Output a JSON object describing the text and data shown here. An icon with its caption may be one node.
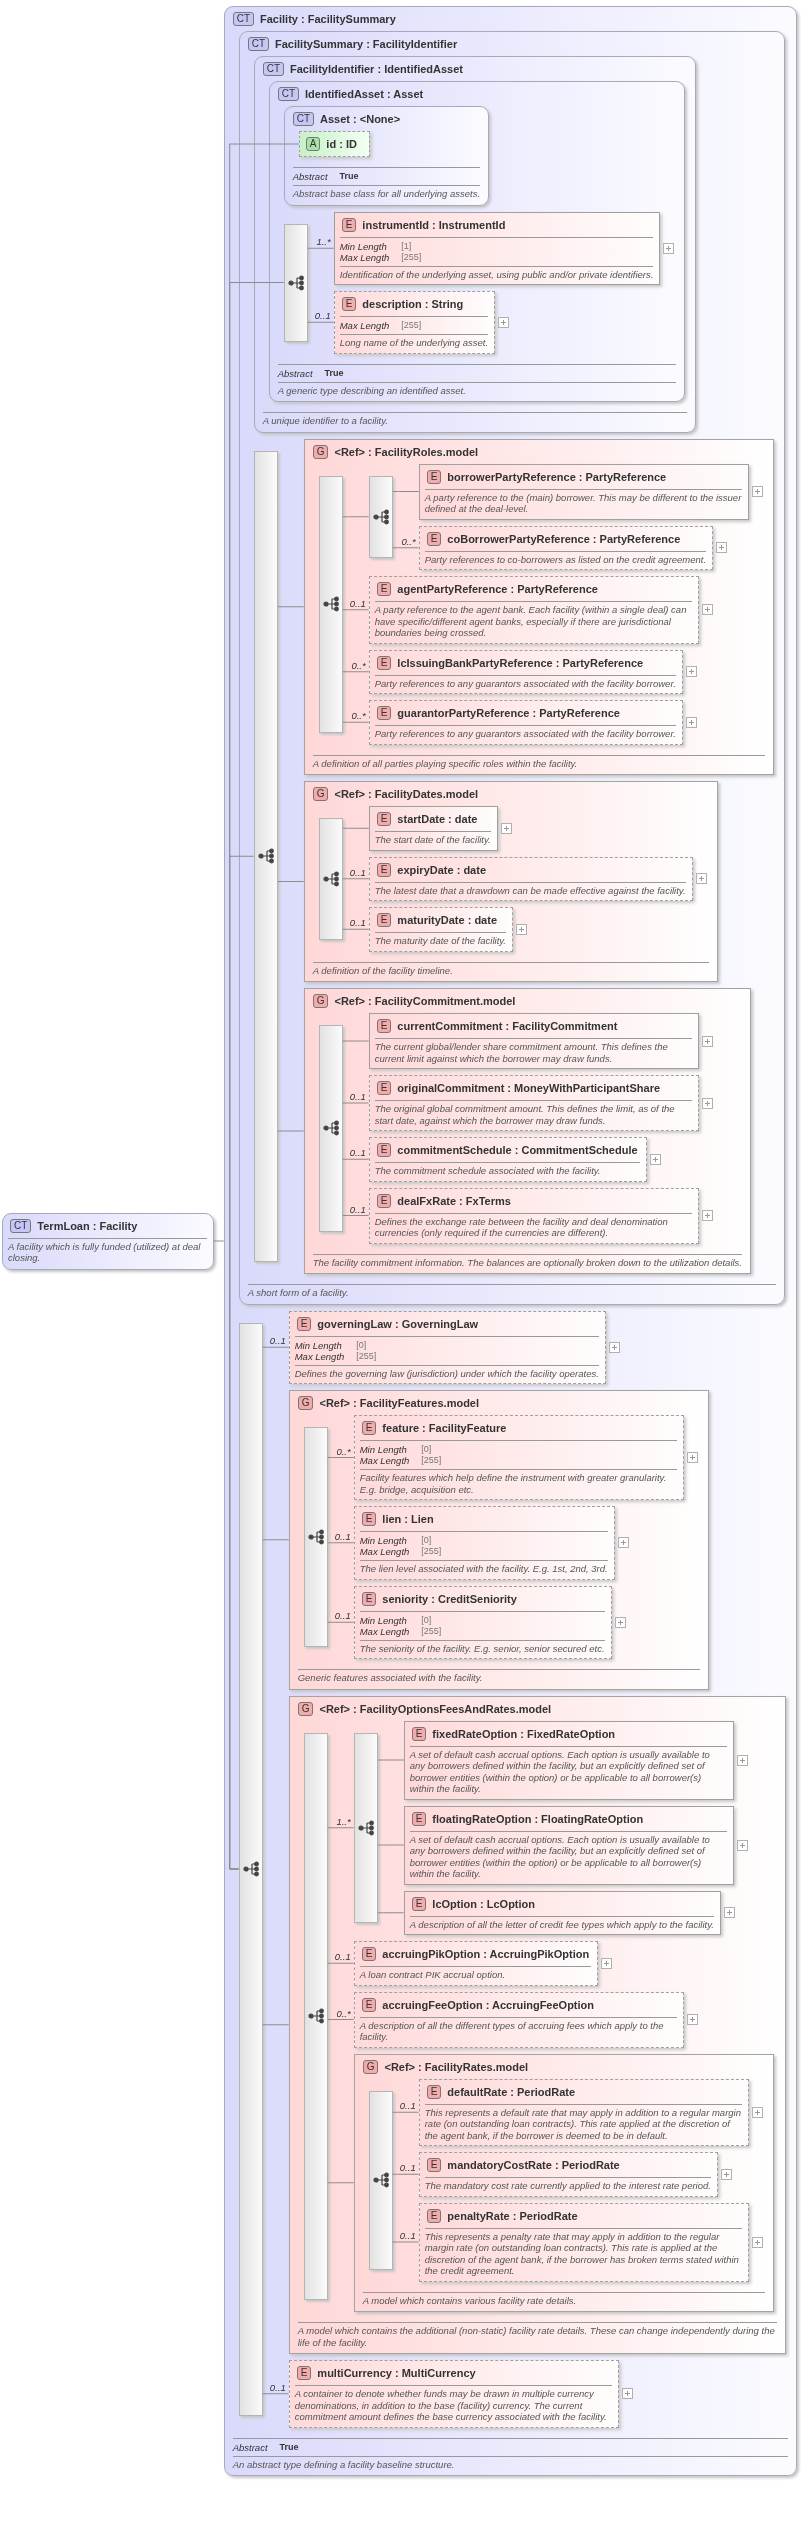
{
  "diagram": {
    "nodes": [
      {
        "text": [
          "CT",
          "TermLoan : Facility",
          "A facility which is fully funded (utilized) at deal closing."
        ]
      },
      {
        "text": [
          "CT",
          "Facility : FacilitySummary",
          "Abstract",
          "True",
          "An abstract type defining a facility baseline structure."
        ]
      },
      {
        "text": [
          "CT",
          "FacilitySummary : FacilityIdentifier",
          "A short form of a facility."
        ],
        "in": 1
      },
      {
        "text": [
          "CT",
          "FacilityIdentifier : IdentifiedAsset",
          "A unique identifier to a facility."
        ],
        "in": 2
      },
      {
        "text": [
          "CT",
          "IdentifiedAsset : Asset",
          "Abstract",
          "True",
          "A generic type describing an identified asset."
        ],
        "in": 3
      },
      {
        "text": [
          "CT",
          "Asset : <None>",
          "Abstract",
          "True",
          "Abstract base class for all underlying assets."
        ],
        "in": 4
      },
      {
        "text": [
          "A",
          "id : ID"
        ],
        "in": 5
      },
      {
        "text": [],
        "shape": "box",
        "in": 4
      },
      {
        "text": [
          "E",
          "instrumentId : InstrumentId",
          "Min Length",
          "[1]",
          "Max Length",
          "[255]",
          "Identification of the underlying asset, using public and/or private identifiers."
        ],
        "in": 4
      },
      {
        "text": [
          "E",
          "description : String",
          "Max Length",
          "[255]",
          "Long name of the underlying asset."
        ],
        "in": 4
      },
      {
        "text": [],
        "shape": "box",
        "in": 2
      },
      {
        "text": [
          "G",
          "<Ref> : FacilityRoles.model",
          "A definition of all parties playing specific roles within the facility."
        ],
        "in": 2
      },
      {
        "text": [],
        "shape": "box",
        "in": 11
      },
      {
        "text": [],
        "shape": "box",
        "in": 11
      },
      {
        "text": [
          "E",
          "borrowerPartyReference : PartyReference",
          "A party reference to the (main) borrower. This may be different to the issuer defined at the deal-level."
        ],
        "in": 11
      },
      {
        "text": [
          "E",
          "coBorrowerPartyReference : PartyReference",
          "Party references to co-borrowers as listed on the credit agreement."
        ],
        "in": 11
      },
      {
        "text": [
          "E",
          "agentPartyReference : PartyReference",
          "A party reference to the agent bank. Each facility (within a single deal) can have specific/different agent banks, especially if there are jurisdictional boundaries being crossed."
        ],
        "in": 11
      },
      {
        "text": [
          "E",
          "lcIssuingBankPartyReference : PartyReference",
          "Party references to any guarantors associated with the facility borrower."
        ],
        "in": 11
      },
      {
        "text": [
          "E",
          "guarantorPartyReference : PartyReference",
          "Party references to any guarantors associated with the facility borrower."
        ],
        "in": 11
      },
      {
        "text": [
          "G",
          "<Ref> : FacilityDates.model",
          "A definition of the facility timeline."
        ],
        "in": 2
      },
      {
        "text": [],
        "shape": "box",
        "in": 19
      },
      {
        "text": [
          "E",
          "startDate : date",
          "The start date of the facility."
        ],
        "in": 19
      },
      {
        "text": [
          "E",
          "expiryDate : date",
          "The latest date that a drawdown can be made effective against the facility."
        ],
        "in": 19
      },
      {
        "text": [
          "E",
          "maturityDate : date",
          "The maturity date of the facility."
        ],
        "in": 19
      },
      {
        "text": [
          "G",
          "<Ref> : FacilityCommitment.model",
          "The facility commitment information. The balances are optionally broken down to the utilization details."
        ],
        "in": 2
      },
      {
        "text": [],
        "shape": "box",
        "in": 24
      },
      {
        "text": [
          "E",
          "currentCommitment : FacilityCommitment",
          "The current global/lender share commitment amount. This defines the current limit against which the borrower may draw funds."
        ],
        "in": 24
      },
      {
        "text": [
          "E",
          "originalCommitment : MoneyWithParticipantShare",
          "The original global commitment amount. This defines the limit, as of the start date, against which the borrower may draw funds."
        ],
        "in": 24
      },
      {
        "text": [
          "E",
          "commitmentSchedule : CommitmentSchedule",
          "The commitment schedule associated with the facility."
        ],
        "in": 24
      },
      {
        "text": [
          "E",
          "dealFxRate : FxTerms",
          "Defines the exchange rate between the facility and deal denomination currencies (only required if the currencies are different)."
        ],
        "in": 24
      },
      {
        "text": [],
        "shape": "box",
        "in": 1
      },
      {
        "text": [
          "E",
          "governingLaw : GoverningLaw",
          "Min Length",
          "[0]",
          "Max Length",
          "[255]",
          "Defines the governing law (jurisdiction) under which the facility operates."
        ],
        "in": 1
      },
      {
        "text": [
          "G",
          "<Ref> : FacilityFeatures.model",
          "Generic features associated with the facility."
        ],
        "in": 1
      },
      {
        "text": [],
        "shape": "box",
        "in": 32
      },
      {
        "text": [
          "E",
          "feature : FacilityFeature",
          "Min Length",
          "[0]",
          "Max Length",
          "[255]",
          "Facility features which help define the instrument with greater granularity. E.g. bridge, acquisition etc."
        ],
        "in": 32
      },
      {
        "text": [
          "E",
          "lien : Lien",
          "Min Length",
          "[0]",
          "Max Length",
          "[255]",
          "The lien level associated with the facility. E.g. 1st, 2nd, 3rd."
        ],
        "in": 32
      },
      {
        "text": [
          "E",
          "seniority : CreditSeniority",
          "Min Length",
          "[0]",
          "Max Length",
          "[255]",
          "The seniority of the facility. E.g. senior, senior secured etc."
        ],
        "in": 32
      },
      {
        "text": [
          "G",
          "<Ref> : FacilityOptionsFeesAndRates.model",
          "A model which contains the additional (non-static) facility rate details. These can change independently during the life of the facility."
        ],
        "in": 1
      },
      {
        "text": [],
        "shape": "box",
        "in": 37
      },
      {
        "text": [],
        "shape": "box",
        "in": 37
      },
      {
        "text": [
          "E",
          "fixedRateOption : FixedRateOption",
          "A set of default cash accrual options. Each option is usually available to any borrowers defined within the facility, but an explicitly defined set of borrower entities (within the option) or be applicable to all borrower(s) within the facility."
        ],
        "in": 37
      },
      {
        "text": [
          "E",
          "floatingRateOption : FloatingRateOption",
          "A set of default cash accrual options. Each option is usually available to any borrowers defined within the facility, but an explicitly defined set of borrower entities (within the option) or be applicable to all borrower(s) within the facility."
        ],
        "in": 37
      },
      {
        "text": [
          "E",
          "lcOption : LcOption",
          "A description of all the letter of credit fee types which apply to the facility."
        ],
        "in": 37
      },
      {
        "text": [
          "E",
          "accruingPikOption : AccruingPikOption",
          "A loan contract PIK accrual option."
        ],
        "in": 37
      },
      {
        "text": [
          "E",
          "accruingFeeOption : AccruingFeeOption",
          "A description of all the different types of accruing fees which apply to the facility."
        ],
        "in": 37
      },
      {
        "text": [
          "G",
          "<Ref> : FacilityRates.model",
          "A model which contains various facility rate details."
        ],
        "in": 37
      },
      {
        "text": [],
        "shape": "box",
        "in": 45
      },
      {
        "text": [
          "E",
          "defaultRate : PeriodRate",
          "This represents a default rate that may apply in addition to a regular margin rate (on outstanding loan contracts). This rate applied at the discretion of the agent bank, if the borrower is deemed to be in default."
        ],
        "in": 45
      },
      {
        "text": [
          "E",
          "mandatoryCostRate : PeriodRate",
          "The mandatory cost rate currently applied to the interest rate period."
        ],
        "in": 45
      },
      {
        "text": [
          "E",
          "penaltyRate : PeriodRate",
          "This represents a penalty rate that may apply in addition to the regular margin rate (on outstanding loan contracts). This rate is applied at the discretion of the agent bank, if the borrower has broken terms stated within the credit agreement."
        ],
        "in": 45
      },
      {
        "text": [
          "E",
          "multiCurrency : MultiCurrency",
          "A container to denote whether funds may be drawn in multiple currency denominations, in addition to the base (facility) currency. The current commitment amount defines the base currency associated with the facility."
        ],
        "in": 1
      }
    ],
    "edges": [
      {
        "from": 0,
        "to": 1,
        "arrow": "none"
      },
      {
        "from": 30,
        "to": 10,
        "arrow": "none"
      },
      {
        "from": 30,
        "to": 6,
        "arrow": "none"
      },
      {
        "from": 30,
        "to": 7,
        "arrow": "none"
      },
      {
        "from": 7,
        "to": 8,
        "arrow": "none",
        "label": "1..*"
      },
      {
        "from": 7,
        "to": 9,
        "arrow": "none",
        "label": "0..1"
      },
      {
        "from": 10,
        "to": 11,
        "arrow": "none"
      },
      {
        "from": 10,
        "to": 19,
        "arrow": "none"
      },
      {
        "from": 10,
        "to": 24,
        "arrow": "none"
      },
      {
        "from": 12,
        "to": 13,
        "arrow": "none"
      },
      {
        "from": 13,
        "to": 14,
        "arrow": "none"
      },
      {
        "from": 13,
        "to": 15,
        "arrow": "none",
        "label": "0..*"
      },
      {
        "from": 12,
        "to": 16,
        "arrow": "none",
        "label": "0..1"
      },
      {
        "from": 12,
        "to": 17,
        "arrow": "none",
        "label": "0..*"
      },
      {
        "from": 12,
        "to": 18,
        "arrow": "none",
        "label": "0..*"
      },
      {
        "from": 20,
        "to": 21,
        "arrow": "none"
      },
      {
        "from": 20,
        "to": 22,
        "arrow": "none",
        "label": "0..1"
      },
      {
        "from": 20,
        "to": 23,
        "arrow": "none",
        "label": "0..1"
      },
      {
        "from": 25,
        "to": 26,
        "arrow": "none"
      },
      {
        "from": 25,
        "to": 27,
        "arrow": "none",
        "label": "0..1"
      },
      {
        "from": 25,
        "to": 28,
        "arrow": "none",
        "label": "0..1"
      },
      {
        "from": 25,
        "to": 29,
        "arrow": "none",
        "label": "0..1"
      },
      {
        "from": 30,
        "to": 31,
        "arrow": "none",
        "label": "0..1"
      },
      {
        "from": 30,
        "to": 32,
        "arrow": "none"
      },
      {
        "from": 33,
        "to": 34,
        "arrow": "none",
        "label": "0..*"
      },
      {
        "from": 33,
        "to": 35,
        "arrow": "none",
        "label": "0..1"
      },
      {
        "from": 33,
        "to": 36,
        "arrow": "none",
        "label": "0..1"
      },
      {
        "from": 30,
        "to": 37,
        "arrow": "none"
      },
      {
        "from": 38,
        "to": 39,
        "arrow": "none",
        "label": "1..*"
      },
      {
        "from": 39,
        "to": 40,
        "arrow": "none"
      },
      {
        "from": 39,
        "to": 41,
        "arrow": "none"
      },
      {
        "from": 39,
        "to": 42,
        "arrow": "none"
      },
      {
        "from": 38,
        "to": 43,
        "arrow": "none",
        "label": "0..1"
      },
      {
        "from": 38,
        "to": 44,
        "arrow": "none",
        "label": "0..*"
      },
      {
        "from": 38,
        "to": 45,
        "arrow": "none"
      },
      {
        "from": 46,
        "to": 47,
        "arrow": "none",
        "label": "0..1"
      },
      {
        "from": 46,
        "to": 48,
        "arrow": "none",
        "label": "0..1"
      },
      {
        "from": 46,
        "to": 49,
        "arrow": "none",
        "label": "0..1"
      },
      {
        "from": 30,
        "to": 50,
        "arrow": "none",
        "label": "0..1"
      }
    ]
  }
}
